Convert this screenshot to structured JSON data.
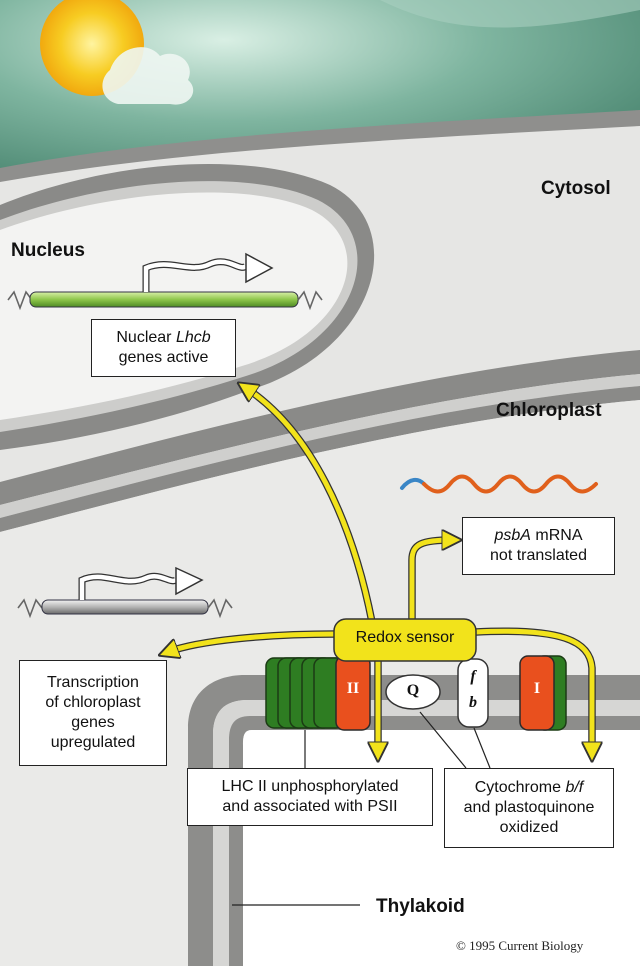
{
  "regions": {
    "cytosol": "Cytosol",
    "nucleus": "Nucleus",
    "chloroplast": "Chloroplast",
    "thylakoid": "Thylakoid"
  },
  "boxes": {
    "nuclear_lhcb": {
      "line1_pre": "Nuclear ",
      "line1_em": "Lhcb",
      "line2": "genes active"
    },
    "psba": {
      "line1_em": "psbA",
      "line1_post": " mRNA",
      "line2": "not translated"
    },
    "redox": "Redox sensor",
    "transcription": {
      "line1": "Transcription",
      "line2": "of chloroplast",
      "line3": "genes",
      "line4": "upregulated"
    },
    "lhc": {
      "line1": "LHC II unphosphorylated",
      "line2": "and associated with PSII"
    },
    "cyt": {
      "line1_pre": "Cytochrome ",
      "line1_em": "b/f",
      "line2": "and plastoquinone",
      "line3": "oxidized"
    }
  },
  "complexes": {
    "psii": "II",
    "q": "Q",
    "f": "f",
    "b": "b",
    "psi": "I"
  },
  "credit": "© 1995 Current Biology",
  "colors": {
    "arrow_yellow": "#f2e31b",
    "psii_green": "#2e7d22",
    "psii_red": "#e9501e",
    "cytosol_gray": "#e6e6e4",
    "membrane_gray": "#8d8d8b",
    "sun_yellow": "#f4c21c",
    "gene_green": "#9fd05a"
  }
}
